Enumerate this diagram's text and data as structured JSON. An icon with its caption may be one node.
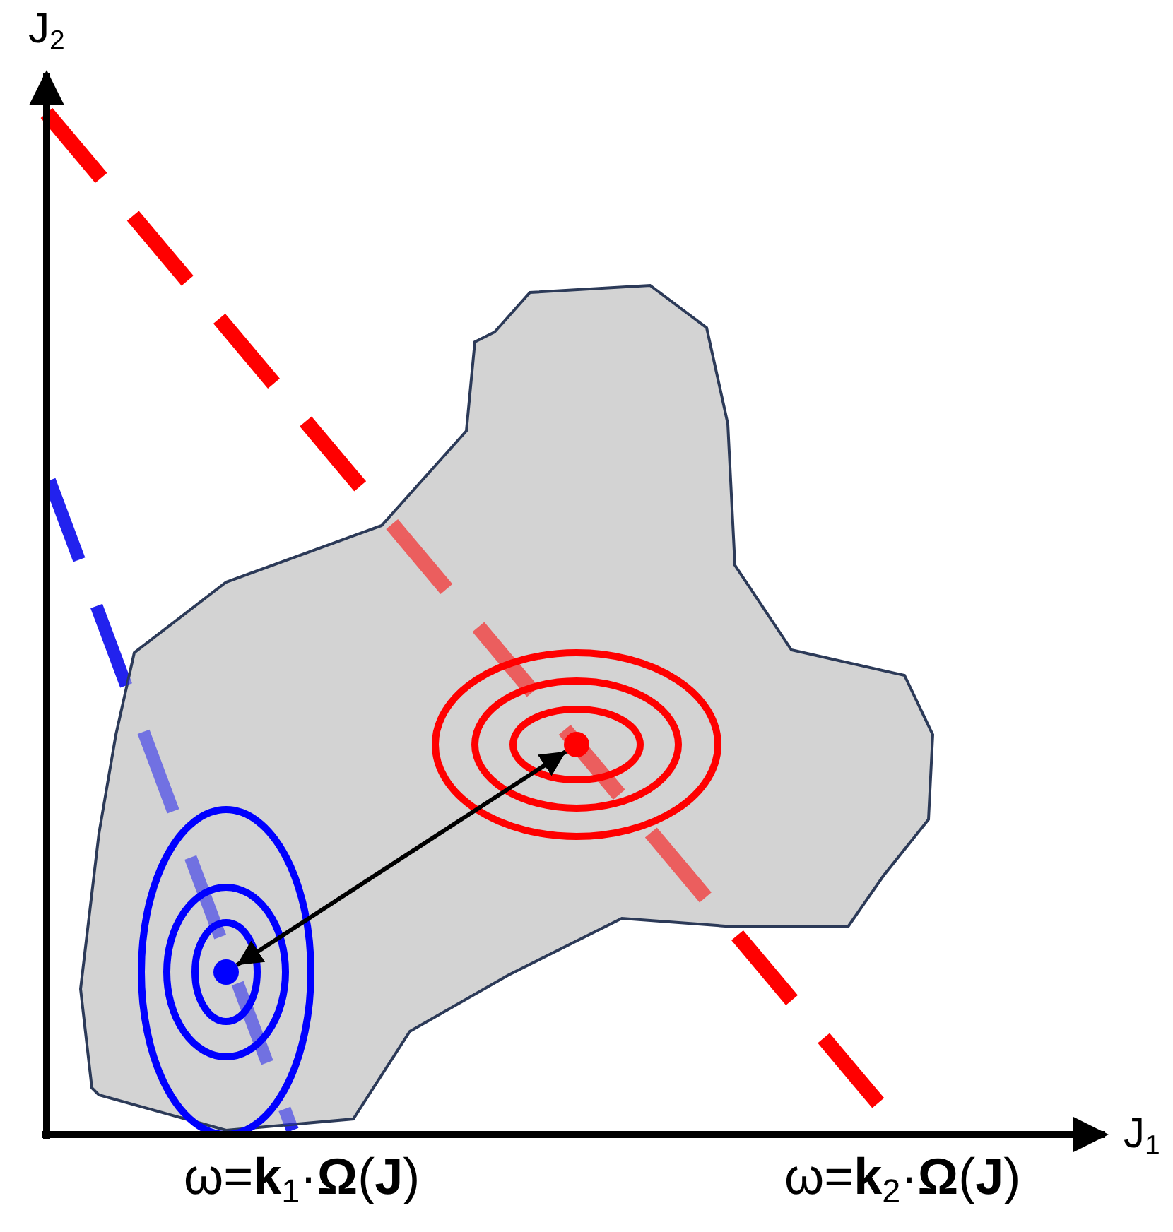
{
  "diagram": {
    "nodes": [
      {
        "text": [],
        "shape": "circle"
      },
      {
        "text": [],
        "shape": "circle"
      }
    ],
    "edges": [
      {
        "from": 0,
        "to": 1,
        "arrow": "both"
      }
    ],
    "labels": [
      "J$_{2}$",
      "J$_{1}$",
      "ω=**k**$_{1}$·**Ω**(**J**)",
      "ω=**k**$_{2}$·**Ω**(**J**)"
    ]
  }
}
